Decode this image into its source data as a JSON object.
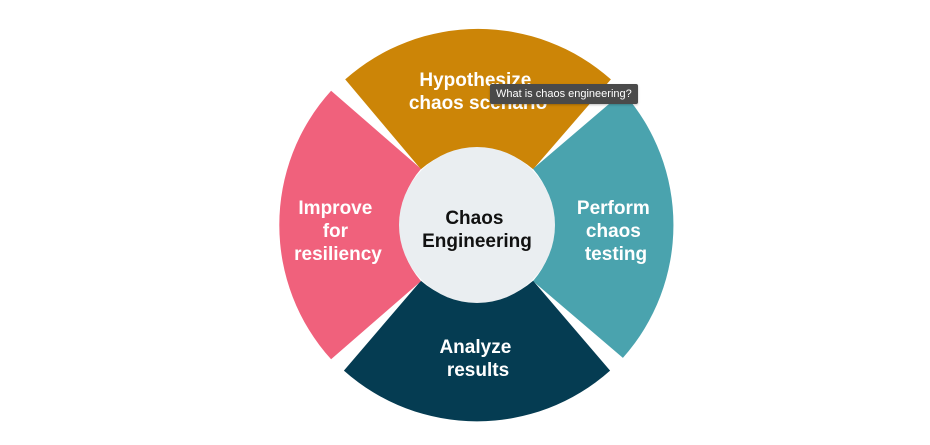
{
  "center": {
    "lines": [
      "Chaos",
      "Engineering"
    ],
    "color": "#eaeef1"
  },
  "segments": [
    {
      "id": "hypothesize",
      "lines": [
        "Hypothesize",
        "chaos scenario"
      ],
      "color": "#cc8507"
    },
    {
      "id": "perform",
      "lines": [
        "Perform",
        "chaos",
        "testing"
      ],
      "color": "#4aa3ae"
    },
    {
      "id": "analyze",
      "lines": [
        "Analyze",
        "results"
      ],
      "color": "#053c52"
    },
    {
      "id": "improve",
      "lines": [
        "Improve",
        "for",
        "resiliency"
      ],
      "color": "#f0617c"
    }
  ],
  "tooltip": {
    "text": "What is chaos engineering?"
  }
}
